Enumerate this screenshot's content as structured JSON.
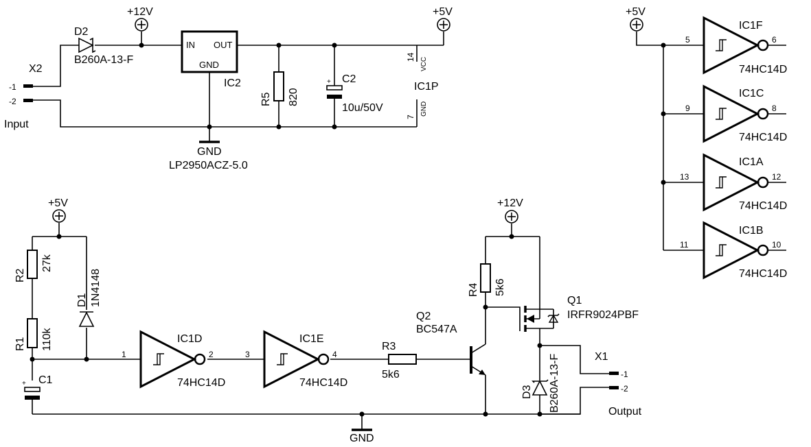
{
  "power": {
    "p12_top": "+12V",
    "p5_top": "+5V",
    "p5_right": "+5V",
    "p5_left": "+5V",
    "p12_q": "+12V",
    "gnd_top": "GND",
    "gnd_bottom": "GND"
  },
  "connectors": {
    "x2": {
      "name": "X2",
      "pin1": "-1",
      "pin2": "-2",
      "label": "Input"
    },
    "x1": {
      "name": "X1",
      "pin1": "-1",
      "pin2": "-2",
      "label": "Output"
    }
  },
  "parts": {
    "d2": {
      "name": "D2",
      "value": "B260A-13-F"
    },
    "ic2": {
      "name": "IC2",
      "value": "LP2950ACZ-5.0",
      "pin_in": "IN",
      "pin_out": "OUT",
      "pin_gnd": "GND"
    },
    "r5": {
      "name": "R5",
      "value": "820"
    },
    "c2": {
      "name": "C2",
      "value": "10u/50V",
      "polarity": "+"
    },
    "ic1p": {
      "name": "IC1P",
      "vcc": "VCC",
      "gnd": "GND",
      "pin_vcc": "14",
      "pin_gnd": "7"
    },
    "r2": {
      "name": "R2",
      "value": "27k"
    },
    "r1": {
      "name": "R1",
      "value": "110k"
    },
    "d1": {
      "name": "D1",
      "value": "1N4148"
    },
    "c1": {
      "name": "C1",
      "polarity": "+"
    },
    "ic1d": {
      "name": "IC1D",
      "value": "74HC14D",
      "pin_in": "1",
      "pin_out": "2"
    },
    "ic1e": {
      "name": "IC1E",
      "value": "74HC14D",
      "pin_in": "3",
      "pin_out": "4"
    },
    "r3": {
      "name": "R3",
      "value": "5k6"
    },
    "q2": {
      "name": "Q2",
      "value": "BC547A"
    },
    "r4": {
      "name": "R4",
      "value": "5k6"
    },
    "q1": {
      "name": "Q1",
      "value": "IRFR9024PBF"
    },
    "d3": {
      "name": "D3",
      "value": "B260A-13-F"
    },
    "ic1f": {
      "name": "IC1F",
      "value": "74HC14D",
      "pin_in": "5",
      "pin_out": "6"
    },
    "ic1c": {
      "name": "IC1C",
      "value": "74HC14D",
      "pin_in": "9",
      "pin_out": "8"
    },
    "ic1a": {
      "name": "IC1A",
      "value": "74HC14D",
      "pin_in": "13",
      "pin_out": "12"
    },
    "ic1b": {
      "name": "IC1B",
      "value": "74HC14D",
      "pin_in": "11",
      "pin_out": "10"
    }
  }
}
